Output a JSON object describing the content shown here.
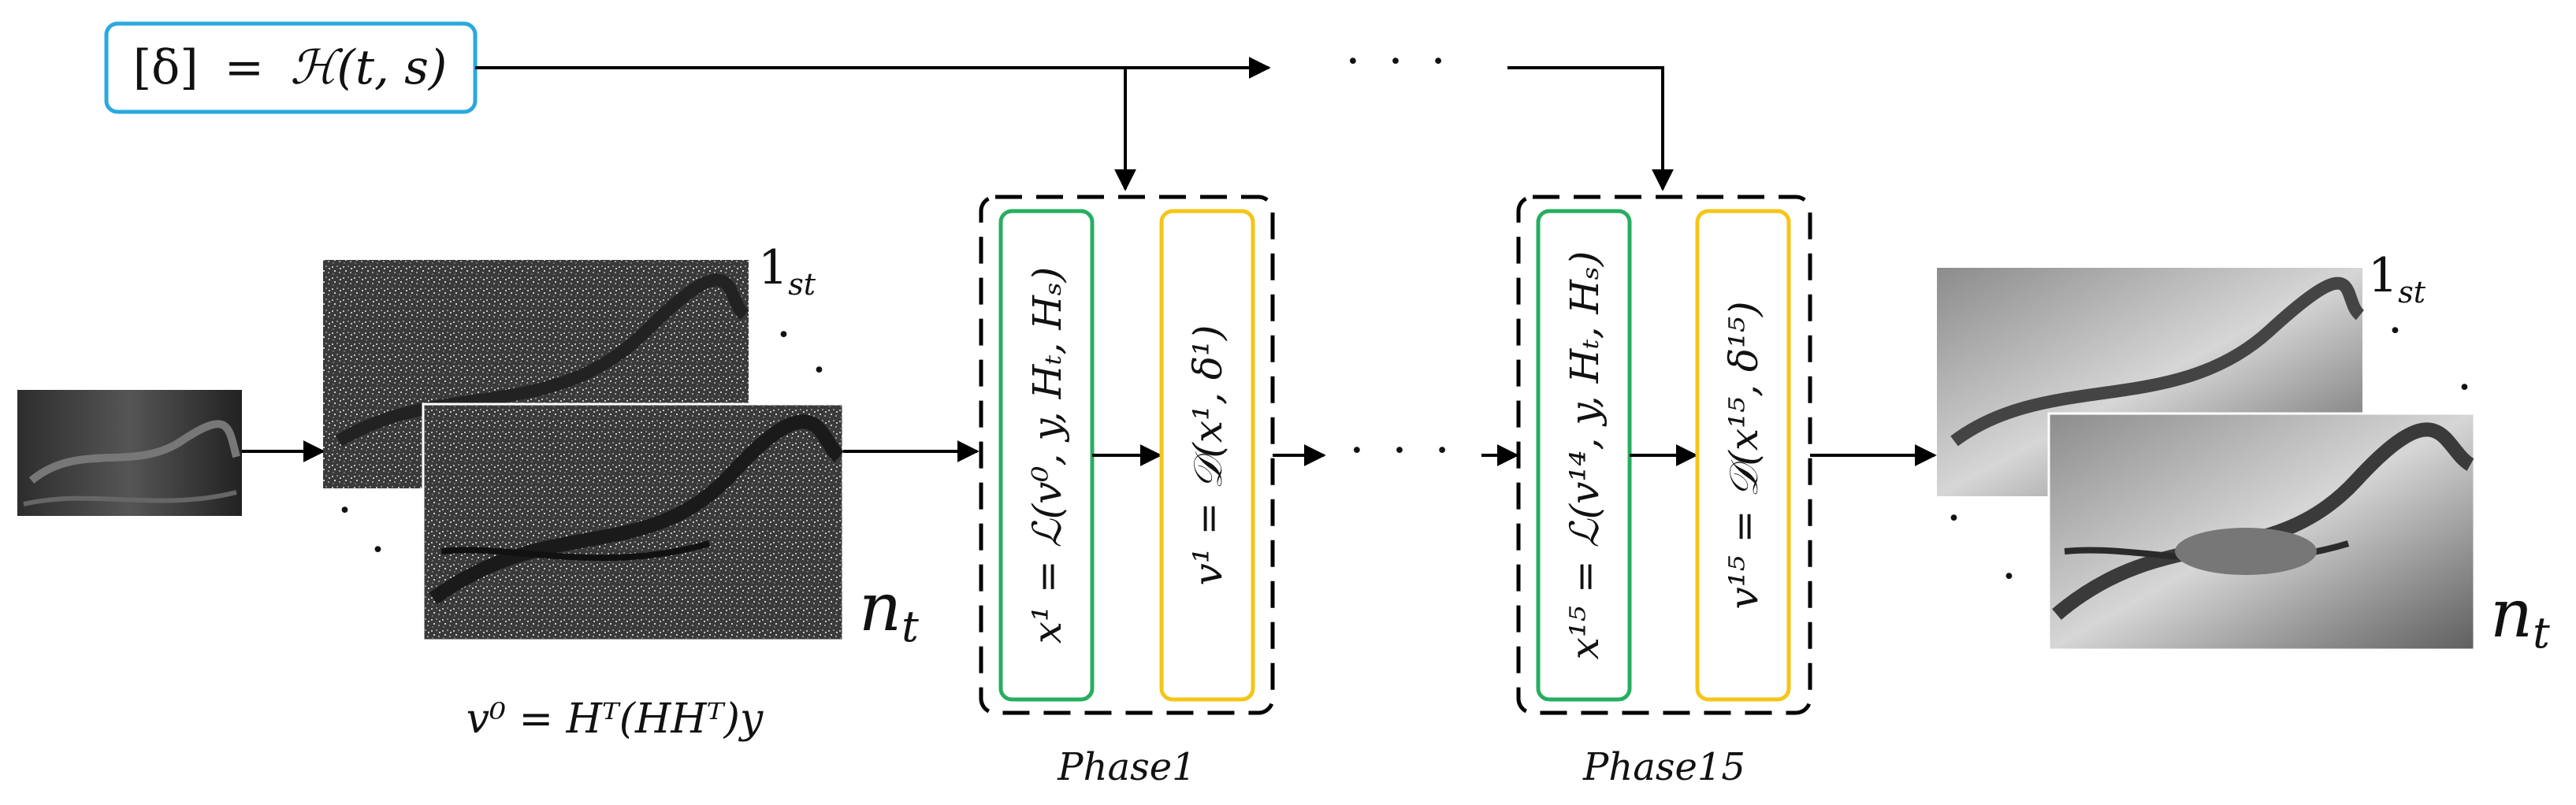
{
  "hypernet": {
    "label_lhs": "[δ]",
    "label_eq": "=",
    "label_func": "ℋ",
    "label_args": "(t, s)"
  },
  "dots": "· · ·",
  "initial": {
    "formula": "v⁰ = Hᵀ(HHᵀ)y"
  },
  "stack_labels": {
    "first": "1",
    "first_sub": "st",
    "last": "n",
    "last_sub": "t"
  },
  "phase1": {
    "name": "Phase1",
    "L_block": "x¹ = ℒ(v⁰, y, Hₜ, Hₛ)",
    "D_block": "v¹ = 𝒟(x¹, δ¹)"
  },
  "phase15": {
    "name": "Phase15",
    "L_block": "x¹⁵ = ℒ(v¹⁴, y, Hₜ, Hₛ)",
    "D_block": "v¹⁵ = 𝒟(x¹⁵, δ¹⁵)"
  },
  "colors": {
    "hypernet_border": "#29a9e0",
    "L_border": "#27ae60",
    "D_border": "#f5c518",
    "line": "#000000"
  },
  "icons": {
    "input_image": "noisy-snapshot-image",
    "noisy_frames": "noisy-frame-stack",
    "output_frames": "reconstructed-frame-stack"
  }
}
